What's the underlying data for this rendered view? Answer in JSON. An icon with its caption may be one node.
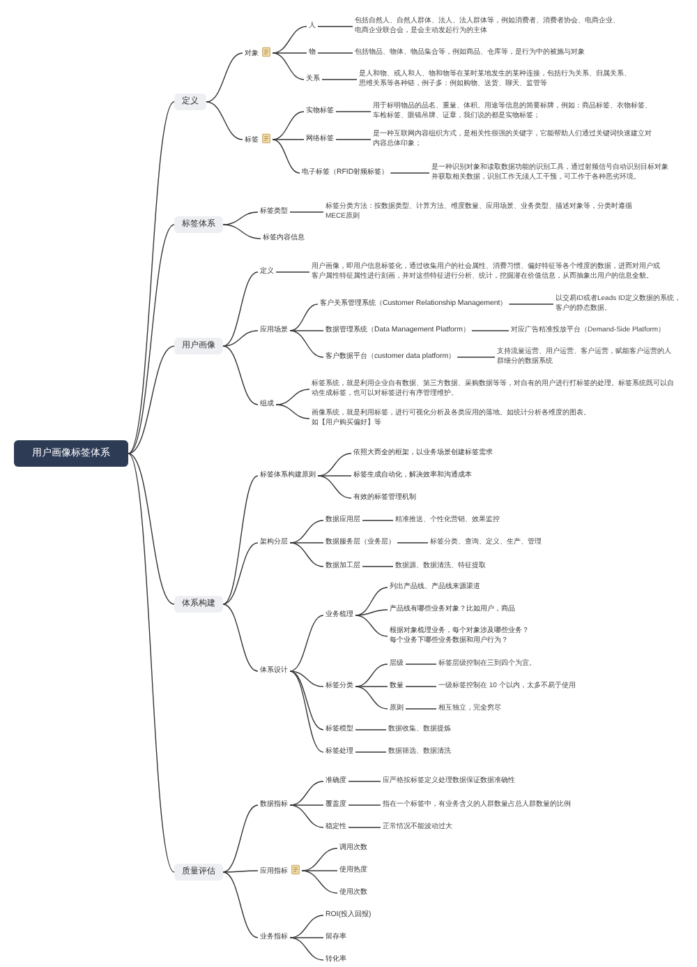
{
  "diagram": {
    "nodes": [
      {
        "text": [
          "用户画像标签体系"
        ]
      },
      {
        "text": [
          "定义"
        ]
      },
      {
        "text": [
          "对象"
        ]
      },
      {
        "text": [
          "人"
        ]
      },
      {
        "text": [
          "包括自然人、自然人群体、法人、法人群体等，例如消费者、消费者协会、电商企业、电商企业联合会，是会主动发起行为的主体"
        ]
      },
      {
        "text": [
          "物"
        ]
      },
      {
        "text": [
          "包括物品、物体、物品集合等，例如商品、仓库等，是行为中的被施与对象"
        ]
      },
      {
        "text": [
          "关系"
        ]
      },
      {
        "text": [
          "是人和物、或人和人、物和物等在某时某地发生的某种连接，包括行为关系、归属关系、思维关系等各种链，例子多：例如购物、送货、聊天、监管等"
        ]
      },
      {
        "text": [
          "标签"
        ]
      },
      {
        "text": [
          "实物标签"
        ]
      },
      {
        "text": [
          "用于标明物品的品名、重量、体积、用途等信息的简要标牌，例如：商品标签、衣物标签、车检标签、眼镜吊牌、证章，我们说的都是实物标签；"
        ]
      },
      {
        "text": [
          "网络标签"
        ]
      },
      {
        "text": [
          "是一种互联网内容组织方式，是相关性很强的关键字，它能帮助人们通过关键词快速建立对内容总体印象；"
        ]
      },
      {
        "text": [
          "电子标签（RFID射频标签）"
        ]
      },
      {
        "text": [
          "是一种识别对象和读取数据功能的识别工具，通过射频信号自动识别目标对象并获取相关数据，识别工作无须人工干预，可工作于各种恶劣环境。"
        ]
      },
      {
        "text": [
          "标签体系"
        ]
      },
      {
        "text": [
          "标签类型"
        ]
      },
      {
        "text": [
          "标签分类方法：按数据类型、计算方法、维度数量、应用场景、业务类型、描述对象等，分类时遵循MECE原则"
        ]
      },
      {
        "text": [
          "标签内容信息"
        ]
      },
      {
        "text": [
          "用户画像"
        ]
      },
      {
        "text": [
          "定义"
        ]
      },
      {
        "text": [
          "用户画像，即用户信息标签化，通过收集用户的社会属性、消费习惯、偏好特征等各个维度的数据，进而对用户或客户属性特征属性进行刻画，并对这些特征进行分析、统计，挖掘潜在价值信息，从而抽象出用户的信息全貌。"
        ]
      },
      {
        "text": [
          "应用场景"
        ]
      },
      {
        "text": [
          "客户关系管理系统（Customer Relationship Management）"
        ]
      },
      {
        "text": [
          "以交易ID或者Leads ID定义数据的系统，客户的静态数据。"
        ]
      },
      {
        "text": [
          "数据管理系统（Data Management Platform）"
        ]
      },
      {
        "text": [
          "对应广告精准投放平台（Demand-Side Platform）"
        ]
      },
      {
        "text": [
          "客户数据平台（customer data platform）"
        ]
      },
      {
        "text": [
          "支持流量运营、用户运营、客户运营，赋能客户运营的人群细分的数据系统"
        ]
      },
      {
        "text": [
          "组成"
        ]
      },
      {
        "text": [
          "标签系统，就是利用企业自有数据、第三方数据、采购数据等等，对自有的用户进行打标签的处理。标签系统既可以自动生成标签，也可以对标签进行有序管理维护。"
        ]
      },
      {
        "text": [
          "画像系统，就是利用标签，进行可视化分析及各类应用的落地。如统计分析各维度的图表。如【用户购买偏好】等"
        ]
      },
      {
        "text": [
          "体系构建"
        ]
      },
      {
        "text": [
          "标签体系构建原则"
        ]
      },
      {
        "text": [
          "依照大而全的框架，以业务场景创建标签需求"
        ]
      },
      {
        "text": [
          "标签生成自动化，解决效率和沟通成本"
        ]
      },
      {
        "text": [
          "有效的标签管理机制"
        ]
      },
      {
        "text": [
          "架构分层"
        ]
      },
      {
        "text": [
          "数据应用层"
        ]
      },
      {
        "text": [
          "精准推送、个性化营销、效果监控"
        ]
      },
      {
        "text": [
          "数据服务层（业务层）"
        ]
      },
      {
        "text": [
          "标签分类、查询、定义、生产、管理"
        ]
      },
      {
        "text": [
          "数据加工层"
        ]
      },
      {
        "text": [
          "数据源、数据清洗、特征提取"
        ]
      },
      {
        "text": [
          "体系设计"
        ]
      },
      {
        "text": [
          "业务梳理"
        ]
      },
      {
        "text": [
          "列出产品线、产品线来源渠道"
        ]
      },
      {
        "text": [
          "产品线有哪些业务对象？比如用户，商品"
        ]
      },
      {
        "text": [
          "根据对象梳理业务，每个对象涉及哪些业务？每个业务下哪些业务数据和用户行为？"
        ]
      },
      {
        "text": [
          "标签分类"
        ]
      },
      {
        "text": [
          "层级"
        ]
      },
      {
        "text": [
          "标签层级控制在三到四个为宜。"
        ]
      },
      {
        "text": [
          "数量"
        ]
      },
      {
        "text": [
          "一级标签控制在 10 个以内，太多不易于使用"
        ]
      },
      {
        "text": [
          "原则"
        ]
      },
      {
        "text": [
          "相互独立，完全穷尽"
        ]
      },
      {
        "text": [
          "标签模型"
        ]
      },
      {
        "text": [
          "数据收集、数据提炼"
        ]
      },
      {
        "text": [
          "标签处理"
        ]
      },
      {
        "text": [
          "数据筛选、数据清洗"
        ]
      },
      {
        "text": [
          "质量评估"
        ]
      },
      {
        "text": [
          "数据指标"
        ]
      },
      {
        "text": [
          "准确度"
        ]
      },
      {
        "text": [
          "应严格按标签定义处理数据保证数据准确性"
        ]
      },
      {
        "text": [
          "覆盖度"
        ]
      },
      {
        "text": [
          "指在一个标签中，有业务含义的人群数量占总人群数量的比例"
        ]
      },
      {
        "text": [
          "稳定性"
        ]
      },
      {
        "text": [
          "正常情况不能波动过大"
        ]
      },
      {
        "text": [
          "应用指标"
        ]
      },
      {
        "text": [
          "调用次数"
        ]
      },
      {
        "text": [
          "使用热度"
        ]
      },
      {
        "text": [
          "使用次数"
        ]
      },
      {
        "text": [
          "业务指标"
        ]
      },
      {
        "text": [
          "ROI(投入回报)"
        ]
      },
      {
        "text": [
          "留存率"
        ]
      },
      {
        "text": [
          "转化率"
        ]
      }
    ],
    "edges": [
      {
        "from": 0,
        "to": 1,
        "arrow": "none"
      },
      {
        "from": 0,
        "to": 16,
        "arrow": "none"
      },
      {
        "from": 0,
        "to": 20,
        "arrow": "none"
      },
      {
        "from": 0,
        "to": 33,
        "arrow": "none"
      },
      {
        "from": 0,
        "to": 61,
        "arrow": "none"
      },
      {
        "from": 1,
        "to": 2,
        "arrow": "none"
      },
      {
        "from": 1,
        "to": 9,
        "arrow": "none"
      },
      {
        "from": 2,
        "to": 3,
        "arrow": "none"
      },
      {
        "from": 2,
        "to": 5,
        "arrow": "none"
      },
      {
        "from": 2,
        "to": 7,
        "arrow": "none"
      },
      {
        "from": 3,
        "to": 4,
        "arrow": "none"
      },
      {
        "from": 5,
        "to": 6,
        "arrow": "none"
      },
      {
        "from": 7,
        "to": 8,
        "arrow": "none"
      },
      {
        "from": 9,
        "to": 10,
        "arrow": "none"
      },
      {
        "from": 9,
        "to": 12,
        "arrow": "none"
      },
      {
        "from": 9,
        "to": 14,
        "arrow": "none"
      },
      {
        "from": 10,
        "to": 11,
        "arrow": "none"
      },
      {
        "from": 12,
        "to": 13,
        "arrow": "none"
      },
      {
        "from": 14,
        "to": 15,
        "arrow": "none"
      },
      {
        "from": 16,
        "to": 17,
        "arrow": "none"
      },
      {
        "from": 16,
        "to": 19,
        "arrow": "none"
      },
      {
        "from": 17,
        "to": 18,
        "arrow": "none"
      },
      {
        "from": 20,
        "to": 21,
        "arrow": "none"
      },
      {
        "from": 20,
        "to": 23,
        "arrow": "none"
      },
      {
        "from": 20,
        "to": 30,
        "arrow": "none"
      },
      {
        "from": 21,
        "to": 22,
        "arrow": "none"
      },
      {
        "from": 23,
        "to": 24,
        "arrow": "none"
      },
      {
        "from": 23,
        "to": 26,
        "arrow": "none"
      },
      {
        "from": 23,
        "to": 28,
        "arrow": "none"
      },
      {
        "from": 24,
        "to": 25,
        "arrow": "none"
      },
      {
        "from": 26,
        "to": 27,
        "arrow": "none"
      },
      {
        "from": 28,
        "to": 29,
        "arrow": "none"
      },
      {
        "from": 30,
        "to": 31,
        "arrow": "none"
      },
      {
        "from": 30,
        "to": 32,
        "arrow": "none"
      },
      {
        "from": 33,
        "to": 34,
        "arrow": "none"
      },
      {
        "from": 33,
        "to": 38,
        "arrow": "none"
      },
      {
        "from": 33,
        "to": 45,
        "arrow": "none"
      },
      {
        "from": 34,
        "to": 35,
        "arrow": "none"
      },
      {
        "from": 34,
        "to": 36,
        "arrow": "none"
      },
      {
        "from": 34,
        "to": 37,
        "arrow": "none"
      },
      {
        "from": 38,
        "to": 39,
        "arrow": "none"
      },
      {
        "from": 38,
        "to": 41,
        "arrow": "none"
      },
      {
        "from": 38,
        "to": 43,
        "arrow": "none"
      },
      {
        "from": 39,
        "to": 40,
        "arrow": "none"
      },
      {
        "from": 41,
        "to": 42,
        "arrow": "none"
      },
      {
        "from": 43,
        "to": 44,
        "arrow": "none"
      },
      {
        "from": 45,
        "to": 46,
        "arrow": "none"
      },
      {
        "from": 45,
        "to": 50,
        "arrow": "none"
      },
      {
        "from": 45,
        "to": 57,
        "arrow": "none"
      },
      {
        "from": 45,
        "to": 59,
        "arrow": "none"
      },
      {
        "from": 46,
        "to": 47,
        "arrow": "none"
      },
      {
        "from": 46,
        "to": 48,
        "arrow": "none"
      },
      {
        "from": 46,
        "to": 49,
        "arrow": "none"
      },
      {
        "from": 50,
        "to": 51,
        "arrow": "none"
      },
      {
        "from": 50,
        "to": 53,
        "arrow": "none"
      },
      {
        "from": 50,
        "to": 55,
        "arrow": "none"
      },
      {
        "from": 51,
        "to": 52,
        "arrow": "none"
      },
      {
        "from": 53,
        "to": 54,
        "arrow": "none"
      },
      {
        "from": 55,
        "to": 56,
        "arrow": "none"
      },
      {
        "from": 57,
        "to": 58,
        "arrow": "none"
      },
      {
        "from": 59,
        "to": 60,
        "arrow": "none"
      },
      {
        "from": 61,
        "to": 62,
        "arrow": "none"
      },
      {
        "from": 61,
        "to": 69,
        "arrow": "none"
      },
      {
        "from": 61,
        "to": 73,
        "arrow": "none"
      },
      {
        "from": 62,
        "to": 63,
        "arrow": "none"
      },
      {
        "from": 62,
        "to": 65,
        "arrow": "none"
      },
      {
        "from": 62,
        "to": 67,
        "arrow": "none"
      },
      {
        "from": 63,
        "to": 64,
        "arrow": "none"
      },
      {
        "from": 65,
        "to": 66,
        "arrow": "none"
      },
      {
        "from": 67,
        "to": 68,
        "arrow": "none"
      },
      {
        "from": 69,
        "to": 70,
        "arrow": "none"
      },
      {
        "from": 69,
        "to": 71,
        "arrow": "none"
      },
      {
        "from": 69,
        "to": 72,
        "arrow": "none"
      },
      {
        "from": 73,
        "to": 74,
        "arrow": "none"
      },
      {
        "from": 73,
        "to": 75,
        "arrow": "none"
      },
      {
        "from": 73,
        "to": 76,
        "arrow": "none"
      }
    ]
  }
}
